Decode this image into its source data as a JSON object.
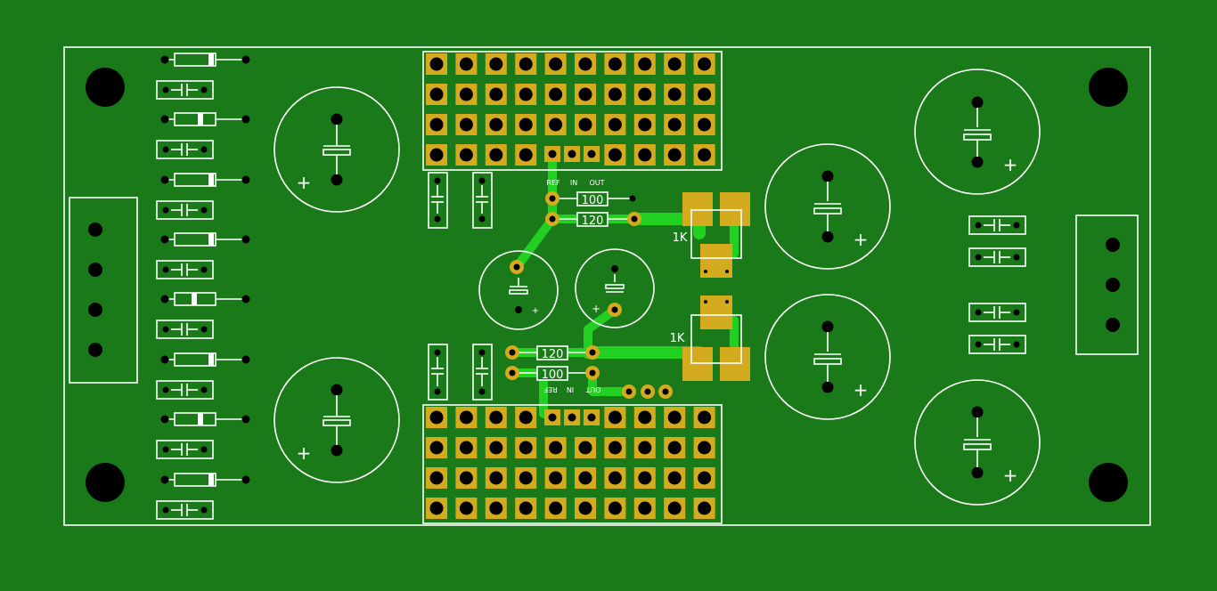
{
  "colors": {
    "board": "#1a7a1a",
    "silkscreen": "#ffffff",
    "pad": "#d4aa1e",
    "trace": "#22d022",
    "hole": "#000000"
  },
  "regulator_top": {
    "pin_ref": "REF",
    "pin_in": "IN",
    "pin_out": "OUT",
    "r_upper": "100",
    "r_lower": "120",
    "pot": "1K"
  },
  "regulator_bottom": {
    "pin_ref": "REF",
    "pin_in": "IN",
    "pin_out": "OUT",
    "r_upper": "120",
    "r_lower": "100",
    "pot": "1K"
  },
  "polarity_mark": "+",
  "icons": {
    "diode": "diode-icon",
    "capacitor": "capacitor-icon",
    "terminal": "terminal-block-icon",
    "heatsink": "heatsink-pad-icon"
  }
}
